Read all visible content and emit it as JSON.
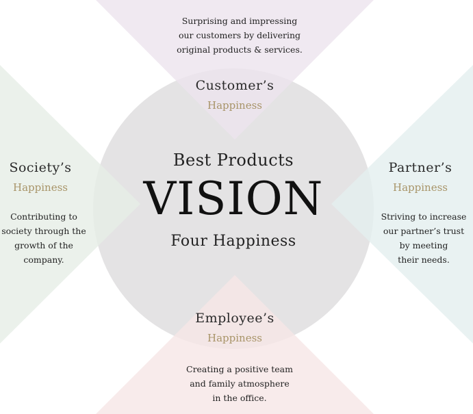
{
  "colors": {
    "circle": "#e4e3e4",
    "customer_triangle": "#ece4ee",
    "society_triangle": "#e6eee6",
    "partner_triangle": "#e3efef",
    "employee_triangle": "#f6e6e6",
    "accent": "#a89468"
  },
  "center": {
    "top": "Best Products",
    "main": "VISION",
    "bottom": "Four Happiness"
  },
  "customer": {
    "heading": "Customer’s",
    "sub": "Happiness",
    "desc": "Surprising and impressing\nour customers by delivering\noriginal products & services."
  },
  "society": {
    "heading": "Society’s",
    "sub": "Happiness",
    "desc": "Contributing to\nsociety through the\ngrowth of the\ncompany."
  },
  "partner": {
    "heading": "Partner’s",
    "sub": "Happiness",
    "desc": "Striving to increase\nour partner’s trust\nby meeting\ntheir needs."
  },
  "employee": {
    "heading": "Employee’s",
    "sub": "Happiness",
    "desc": "Creating a positive team\nand family atmosphere\nin the office."
  }
}
